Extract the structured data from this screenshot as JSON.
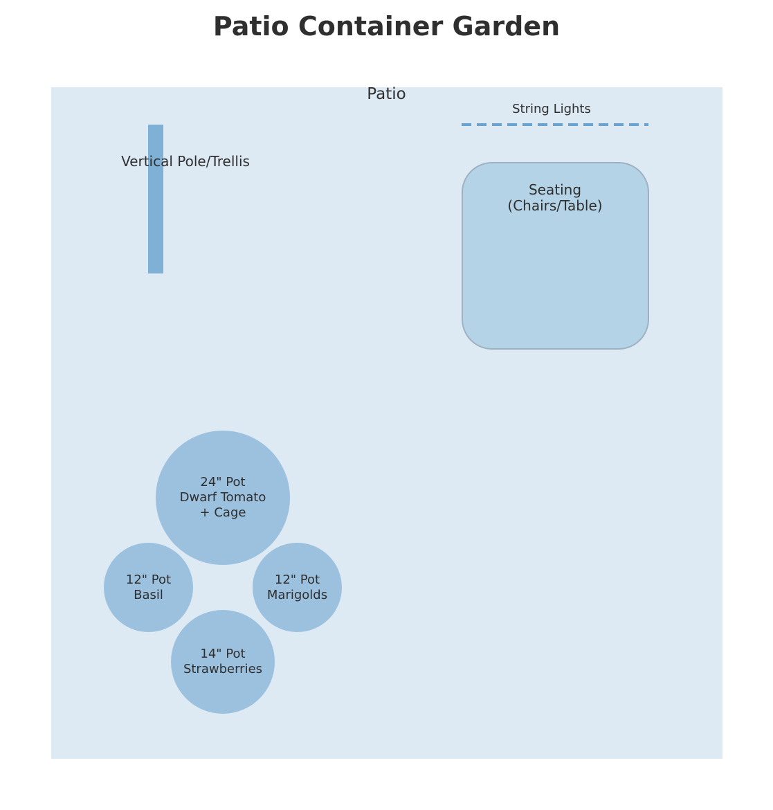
{
  "title": "Patio Container Garden",
  "area": {
    "label": "Patio",
    "color": "#dde9f3"
  },
  "trellis": {
    "label": "Vertical Pole/Trellis",
    "color": "#7fb0d5"
  },
  "string_lights": {
    "label": "String Lights",
    "color": "#6aa3cf"
  },
  "seating": {
    "line1": "Seating",
    "line2": "(Chairs/Table)",
    "color": "#b5d3e6"
  },
  "pots": {
    "tomato": {
      "line1": "24\" Pot",
      "line2": "Dwarf Tomato",
      "line3": "+ Cage"
    },
    "basil": {
      "line1": "12\" Pot",
      "line2": "Basil"
    },
    "marigolds": {
      "line1": "12\" Pot",
      "line2": "Marigolds"
    },
    "strawberries": {
      "line1": "14\" Pot",
      "line2": "Strawberries"
    },
    "color": "#9cc1df"
  }
}
